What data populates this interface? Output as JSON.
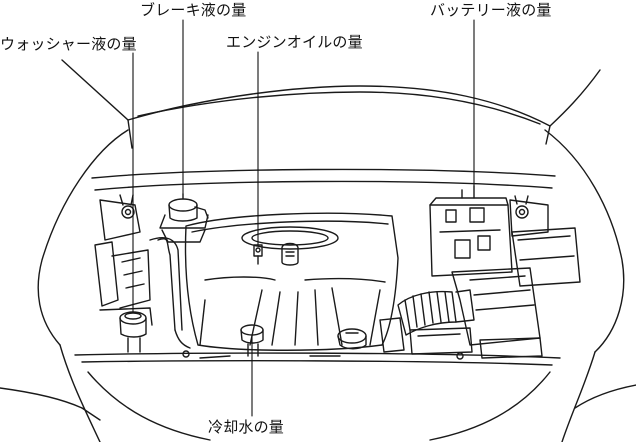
{
  "labels": {
    "brake_fluid": "ブレーキ液の量",
    "battery_fluid": "バッテリー液の量",
    "engine_oil": "エンジンオイルの量",
    "washer_fluid": "ウォッシャー液の量",
    "coolant": "冷却水の量"
  },
  "colors": {
    "line": "#1a1a1a",
    "background": "#ffffff"
  }
}
